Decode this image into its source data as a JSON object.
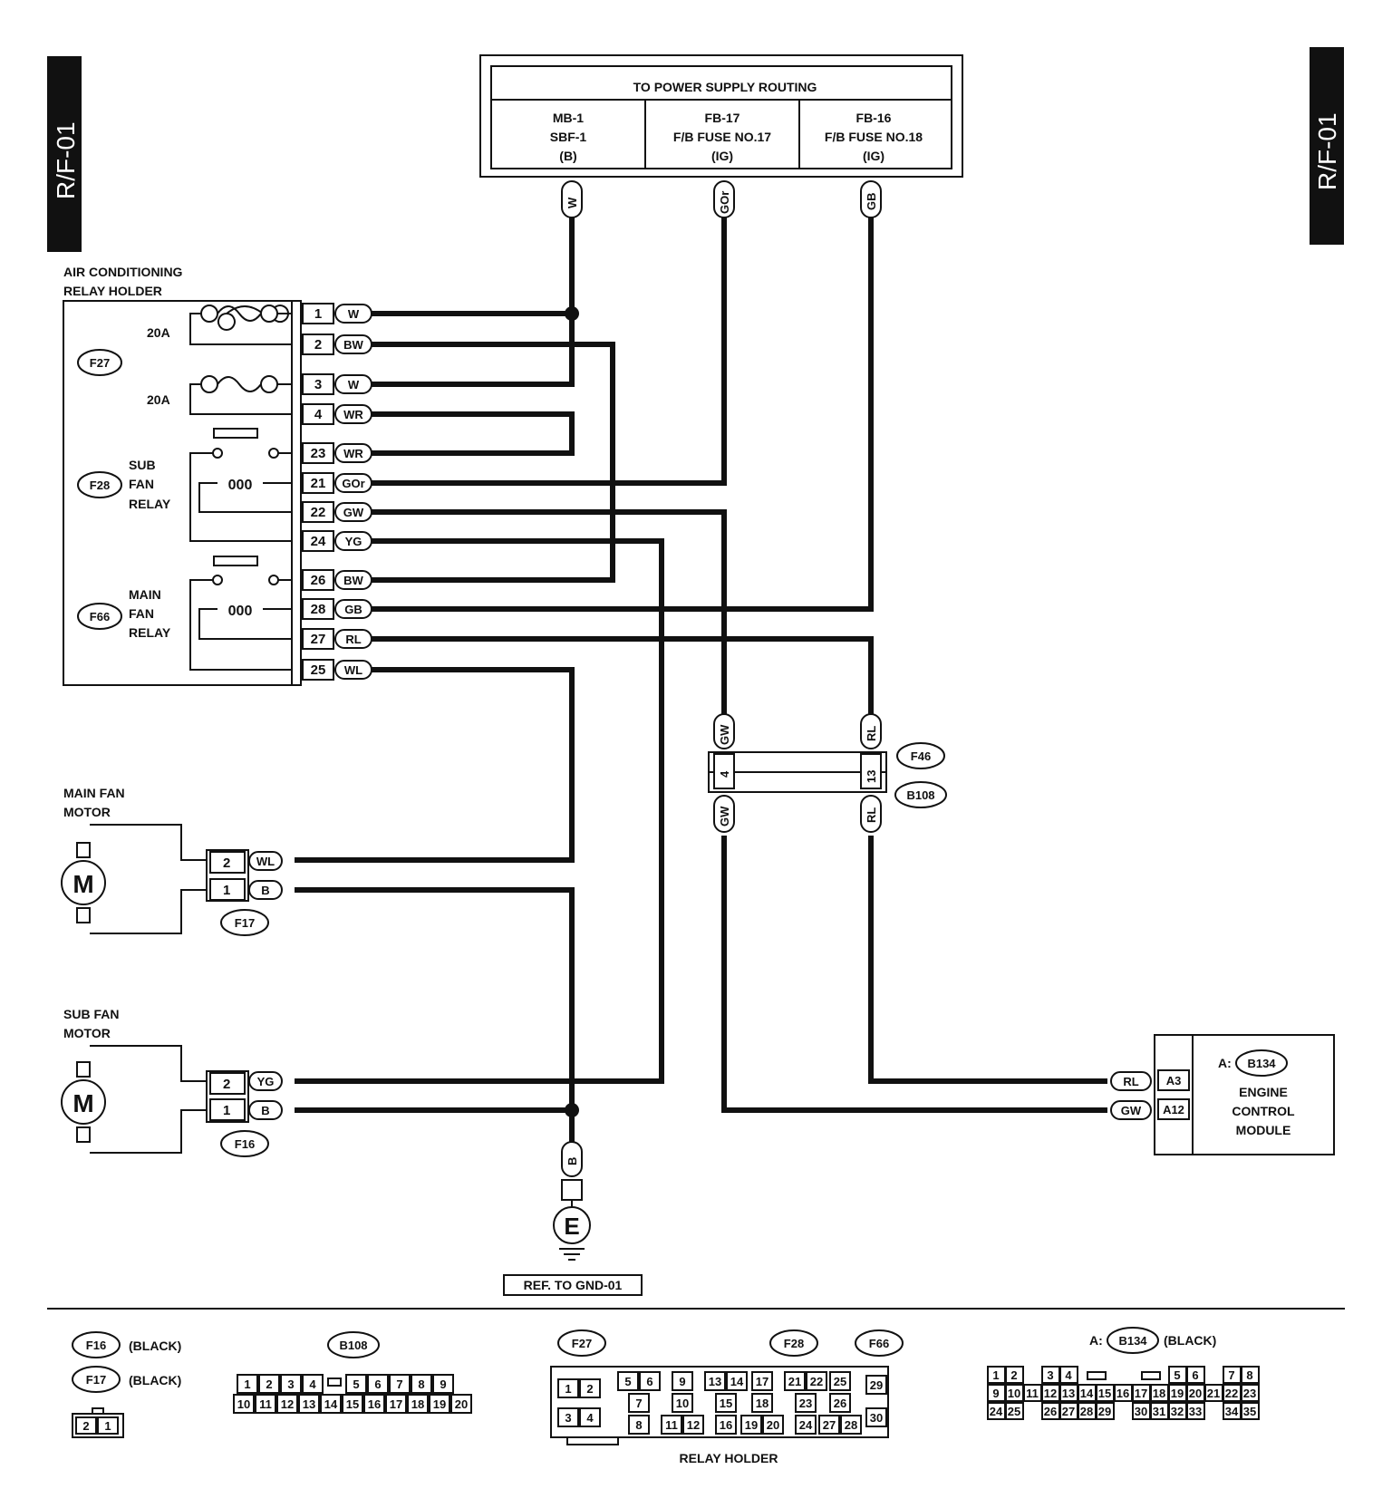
{
  "page_tag": "R/F-01",
  "power": {
    "title": "TO POWER SUPPLY ROUTING",
    "col1": [
      "MB-1",
      "SBF-1",
      "(B)"
    ],
    "col2": [
      "FB-17",
      "F/B FUSE NO.17",
      "(IG)"
    ],
    "col3": [
      "FB-16",
      "F/B FUSE NO.18",
      "(IG)"
    ],
    "wires": [
      "W",
      "GOr",
      "GB"
    ]
  },
  "relay_holder": {
    "title": [
      "AIR CONDITIONING",
      "RELAY HOLDER"
    ],
    "fuse1": "20A",
    "fuse2": "20A",
    "f27": "F27",
    "f28": "F28",
    "f66": "F66",
    "sub_relay": [
      "SUB",
      "FAN",
      "RELAY"
    ],
    "main_relay": [
      "MAIN",
      "FAN",
      "RELAY"
    ],
    "pins": [
      {
        "pin": "1",
        "color": "W"
      },
      {
        "pin": "2",
        "color": "BW"
      },
      {
        "pin": "3",
        "color": "W"
      },
      {
        "pin": "4",
        "color": "WR"
      },
      {
        "pin": "23",
        "color": "WR"
      },
      {
        "pin": "21",
        "color": "GOr"
      },
      {
        "pin": "22",
        "color": "GW"
      },
      {
        "pin": "24",
        "color": "YG"
      },
      {
        "pin": "26",
        "color": "BW"
      },
      {
        "pin": "28",
        "color": "GB"
      },
      {
        "pin": "27",
        "color": "RL"
      },
      {
        "pin": "25",
        "color": "WL"
      }
    ],
    "coil": "000"
  },
  "main_fan": {
    "title": [
      "MAIN FAN",
      "MOTOR"
    ],
    "motor": "M",
    "connector": "F17",
    "pins": [
      {
        "pin": "2",
        "color": "WL"
      },
      {
        "pin": "1",
        "color": "B"
      }
    ]
  },
  "sub_fan": {
    "title": [
      "SUB FAN",
      "MOTOR"
    ],
    "motor": "M",
    "connector": "F16",
    "pins": [
      {
        "pin": "2",
        "color": "YG"
      },
      {
        "pin": "1",
        "color": "B"
      }
    ]
  },
  "joint": {
    "f46": "F46",
    "b108": "B108",
    "left_pin": "4",
    "right_pin": "13",
    "left_top": "GW",
    "left_bottom": "GW",
    "right_top": "RL",
    "right_bottom": "RL"
  },
  "ecm": {
    "prefix": "A:",
    "connector": "B134",
    "name": [
      "ENGINE",
      "CONTROL",
      "MODULE"
    ],
    "pins": [
      {
        "pin": "A3",
        "color": "RL"
      },
      {
        "pin": "A12",
        "color": "GW"
      }
    ]
  },
  "ground": {
    "wire": "B",
    "symbol": "E",
    "ref": "REF. TO GND-01"
  },
  "legend": {
    "f16": "F16",
    "f17": "F17",
    "black": "(BLACK)",
    "f16_17_pins": [
      "2",
      "1"
    ],
    "b108": "B108",
    "b108_row1": [
      "1",
      "2",
      "3",
      "4",
      "",
      "5",
      "6",
      "7",
      "8",
      "9"
    ],
    "b108_row2": [
      "10",
      "11",
      "12",
      "13",
      "14",
      "15",
      "16",
      "17",
      "18",
      "19",
      "20"
    ],
    "relay_holder_label": "RELAY HOLDER",
    "rh_f27": "F27",
    "rh_f28": "F28",
    "rh_f66": "F66",
    "rh_cells": [
      "1",
      "2",
      "3",
      "4",
      "5",
      "6",
      "7",
      "8",
      "9",
      "10",
      "11",
      "12",
      "13",
      "14",
      "15",
      "16",
      "17",
      "18",
      "19",
      "20",
      "21",
      "22",
      "23",
      "24",
      "25",
      "26",
      "27",
      "28",
      "29",
      "30"
    ],
    "b134_prefix": "A:",
    "b134": "B134",
    "b134_black": "(BLACK)",
    "b134_row1": [
      "1",
      "2",
      "3",
      "4",
      "5",
      "6",
      "7",
      "8"
    ],
    "b134_row2": [
      "9",
      "10",
      "11",
      "12",
      "13",
      "14",
      "15",
      "16",
      "17",
      "18",
      "19",
      "20",
      "21",
      "22",
      "23"
    ],
    "b134_row3": [
      "24",
      "25",
      "26",
      "27",
      "28",
      "29",
      "30",
      "31",
      "32",
      "33",
      "34",
      "35"
    ]
  }
}
